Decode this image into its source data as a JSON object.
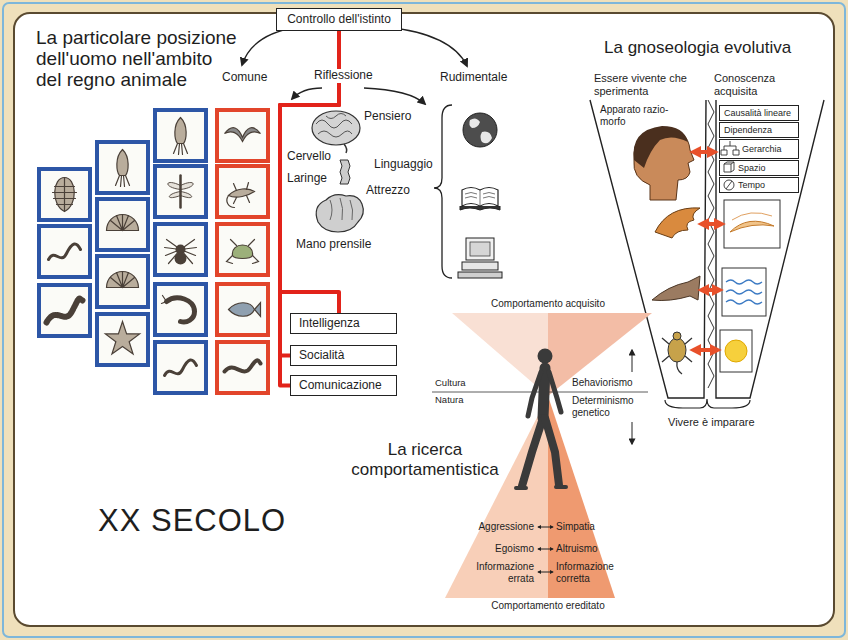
{
  "diagram": {
    "title": "XX SECOLO",
    "nodes": [
      {
        "text": [
          "Controllo dell'istinto"
        ]
      },
      {
        "text": [
          "Intelligenza"
        ]
      },
      {
        "text": [
          "Socialità"
        ]
      },
      {
        "text": [
          "Comunicazione"
        ]
      },
      {
        "text": [
          "Causalità lineare"
        ]
      },
      {
        "text": [
          "Dipendenza"
        ]
      },
      {
        "text": [
          "Gerarchia"
        ]
      },
      {
        "text": [
          "Spazio"
        ]
      },
      {
        "text": [
          "Tempo"
        ]
      }
    ],
    "edges": [
      {
        "from": 0,
        "to": 1,
        "arrow": "none"
      },
      {
        "from": 0,
        "to": 2,
        "arrow": "none"
      },
      {
        "from": 0,
        "to": 3,
        "arrow": "none"
      }
    ],
    "labels": [
      "La particolare posizione dell'uomo nell'ambito del regno animale",
      "Comune",
      "Riflessione",
      "Rudimentale",
      "Pensiero",
      "Cervello",
      "Laringe",
      "Linguaggio",
      "Attrezzo",
      "Mano prensile",
      "La gnoseologia evolutiva",
      "Essere vivente che sperimenta",
      "Conoscenza acquisita",
      "Apparato razio-morfo",
      "Vivere è imparare",
      "Comportamento acquisito",
      "Cultura",
      "Natura",
      "Behaviorismo",
      "Determinismo genetico",
      "La ricerca comportamentistica",
      "Aggressione",
      "Simpatia",
      "Egoismo",
      "Altruismo",
      "Informazione errata",
      "Informazione corretta",
      "Comportamento ereditato"
    ]
  }
}
